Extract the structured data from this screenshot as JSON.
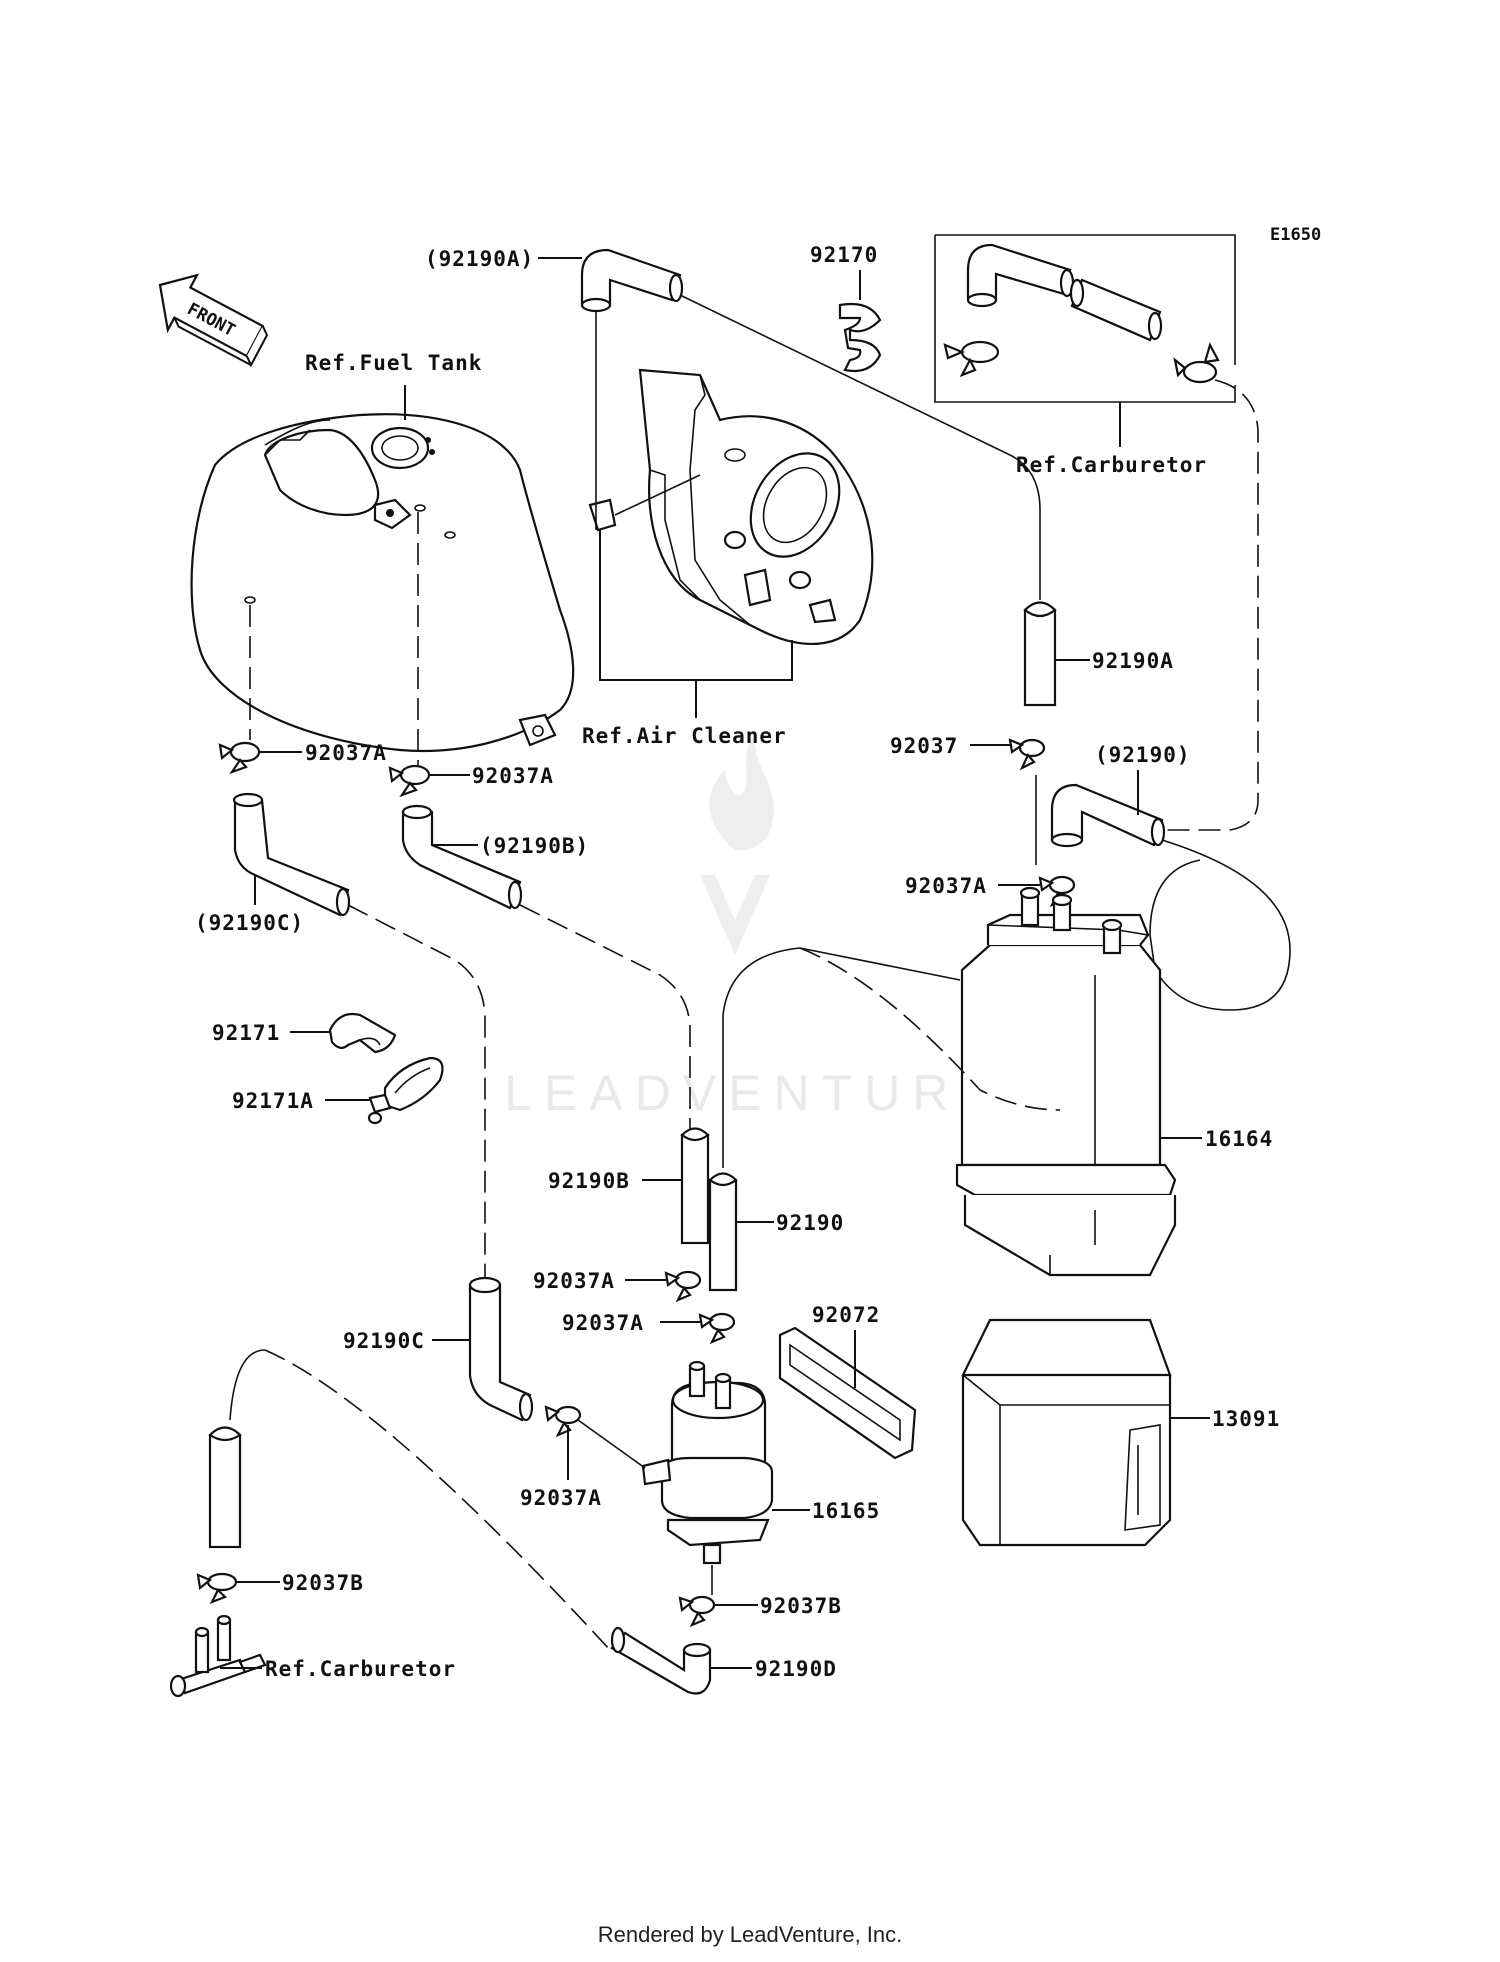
{
  "diagram_id": "E1650",
  "front_label": "FRONT",
  "watermark": "LEADVENTURE",
  "footer": "Rendered by LeadVenture, Inc.",
  "labels": {
    "ref_fuel_tank": "Ref.Fuel Tank",
    "ref_air_cleaner": "Ref.Air Cleaner",
    "ref_carburetor_top": "Ref.Carburetor",
    "ref_carburetor_bottom": "Ref.Carburetor",
    "hose_92190A_paren": "(92190A)",
    "hose_92190A": "92190A",
    "hose_92190_paren": "(92190)",
    "hose_92190": "92190",
    "hose_92190B_paren": "(92190B)",
    "hose_92190B": "92190B",
    "hose_92190C_paren": "(92190C)",
    "hose_92190C": "92190C",
    "hose_92190D": "92190D",
    "clip_92170": "92170",
    "clamp_92171": "92171",
    "clamp_92171A": "92171A",
    "clip_92037": "92037",
    "clip_92037A_tank_left": "92037A",
    "clip_92037A_tank_right": "92037A",
    "clip_92037A_canister": "92037A",
    "clip_92037A_hose_b": "92037A",
    "clip_92037A_separator_top": "92037A",
    "clip_92037A_separator_side": "92037A",
    "clip_92037B_left": "92037B",
    "clip_92037B_separator": "92037B",
    "band_92072": "92072",
    "canister_16164": "16164",
    "separator_16165": "16165",
    "holder_13091": "13091"
  }
}
